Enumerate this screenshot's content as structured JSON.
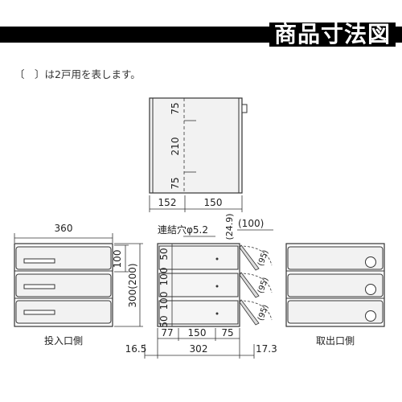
{
  "header": {
    "title": "商品寸法図"
  },
  "note": "〔　〕は2戸用を表します。",
  "views": {
    "top": {
      "depth_dims": [
        "75",
        "210",
        "75"
      ],
      "width_dims": [
        "152",
        "150"
      ]
    },
    "front": {
      "overall_width": "360",
      "door_height": "100",
      "overall_height": "300(200)",
      "caption": "投入口側"
    },
    "side": {
      "hole_label": "連結穴φ5.2",
      "top_gap": "(24.9)",
      "top_right": "(100)",
      "arc_label": "(95)",
      "vert_dims": [
        "50",
        "100",
        "100",
        "50"
      ],
      "bottom_dims": [
        "77",
        "150",
        "75"
      ],
      "overall_dims": [
        "16.5",
        "302",
        "17.3"
      ]
    },
    "back": {
      "caption": "取出口側"
    }
  },
  "colors": {
    "banner": "#000000",
    "panel": "#f3f3f3",
    "line": "#333333"
  }
}
